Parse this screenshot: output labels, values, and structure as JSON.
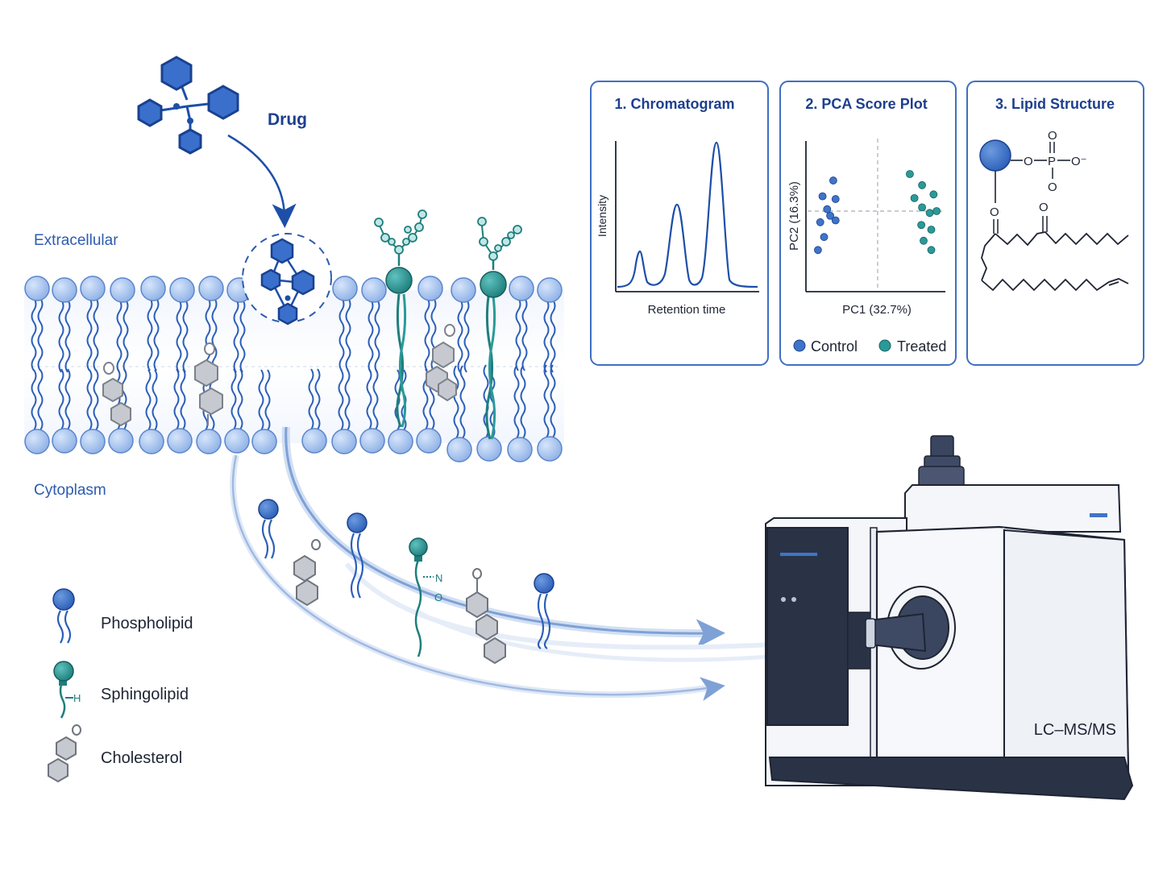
{
  "drug": {
    "label": "Drug"
  },
  "membrane": {
    "extracellular_label": "Extracellular",
    "cytoplasm_label": "Cytoplasm"
  },
  "panels": {
    "chromatogram": {
      "title": "1. Chromatogram",
      "xlabel": "Retention time",
      "ylabel": "Intensity"
    },
    "pca": {
      "title": "2. PCA Score Plot",
      "xlabel": "PC1 (32.7%)",
      "ylabel": "PC2 (16.3%)",
      "legend_control": "Control",
      "legend_treated": "Treated"
    },
    "lipid_structure": {
      "title": "3. Lipid Structure",
      "atoms": {
        "o_top": "O",
        "o_left": "O",
        "p": "P",
        "o_right": "O⁻",
        "o_bottom": "O",
        "o_c1": "O",
        "o_c2": "O"
      }
    }
  },
  "legend": {
    "phospholipid": "Phospholipid",
    "sphingolipid": "Sphingolipid",
    "cholesterol": "Cholesterol",
    "sphingo_h": "H"
  },
  "released": {
    "sphingo_n": "N",
    "sphingo_o": "O",
    "chol_o": "O"
  },
  "instrument": {
    "label": "LC–MS/MS"
  },
  "colors": {
    "phospholipid": "#3f74c9",
    "phospho_light": "#a9c5ee",
    "sphingolipid": "#2a9a98",
    "cholesterol": "#c6c9cf",
    "navy": "#1d3f8f",
    "dark_instrument": "#2a3346"
  },
  "chart_data": [
    {
      "type": "line",
      "title": "1. Chromatogram",
      "xlabel": "Retention time",
      "ylabel": "Intensity",
      "series": [
        {
          "peaks": [
            {
              "x": 0.15,
              "y": 0.26
            },
            {
              "x": 0.43,
              "y": 0.62
            },
            {
              "x": 0.69,
              "y": 0.98
            }
          ]
        }
      ]
    },
    {
      "type": "scatter",
      "title": "2. PCA Score Plot",
      "xlabel": "PC1 (32.7%)",
      "ylabel": "PC2 (16.3%)",
      "legend": "bottom",
      "series": [
        {
          "name": "Control",
          "points": [
            [
              -0.58,
              0.33
            ],
            [
              -0.72,
              0.16
            ],
            [
              -0.55,
              0.13
            ],
            [
              -0.66,
              0.02
            ],
            [
              -0.62,
              -0.05
            ],
            [
              -0.75,
              -0.12
            ],
            [
              -0.55,
              -0.1
            ],
            [
              -0.7,
              -0.28
            ],
            [
              -0.78,
              -0.42
            ]
          ]
        },
        {
          "name": "Treated",
          "points": [
            [
              0.42,
              0.4
            ],
            [
              0.58,
              0.28
            ],
            [
              0.48,
              0.14
            ],
            [
              0.73,
              0.18
            ],
            [
              0.58,
              0.04
            ],
            [
              0.68,
              -0.02
            ],
            [
              0.77,
              0.0
            ],
            [
              0.57,
              -0.15
            ],
            [
              0.7,
              -0.2
            ],
            [
              0.6,
              -0.32
            ],
            [
              0.7,
              -0.42
            ]
          ]
        }
      ]
    }
  ]
}
